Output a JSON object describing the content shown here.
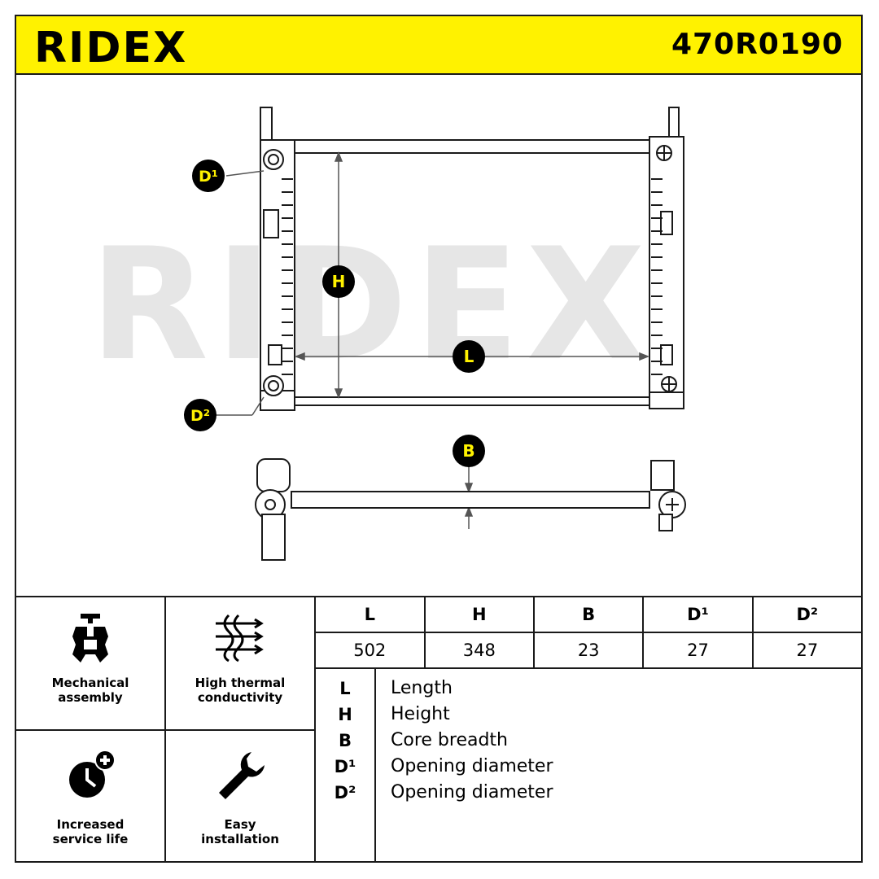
{
  "header": {
    "brand": "RIDEX",
    "part_number": "470R0190"
  },
  "drawing": {
    "watermark": "RIDEX",
    "markers": {
      "d1": "D¹",
      "d2": "D²",
      "h": "H",
      "l": "L",
      "b": "B"
    }
  },
  "features": [
    {
      "label": "Mechanical\nassembly",
      "icon": "mechanical-assembly-icon"
    },
    {
      "label": "High thermal\nconductivity",
      "icon": "thermal-conductivity-icon"
    },
    {
      "label": "Increased\nservice life",
      "icon": "clock-plus-icon"
    },
    {
      "label": "Easy\ninstallation",
      "icon": "wrench-icon"
    }
  ],
  "dimensions": {
    "headers": [
      "L",
      "H",
      "B",
      "D¹",
      "D²"
    ],
    "values": [
      "502",
      "348",
      "23",
      "27",
      "27"
    ]
  },
  "legend": [
    {
      "key": "L",
      "desc": "Length"
    },
    {
      "key": "H",
      "desc": "Height"
    },
    {
      "key": "B",
      "desc": "Core breadth"
    },
    {
      "key": "D¹",
      "desc": "Opening diameter"
    },
    {
      "key": "D²",
      "desc": "Opening diameter"
    }
  ],
  "colors": {
    "brand_yellow": "#fff200",
    "marker_fill": "#000000",
    "watermark": "#e6e6e6"
  }
}
